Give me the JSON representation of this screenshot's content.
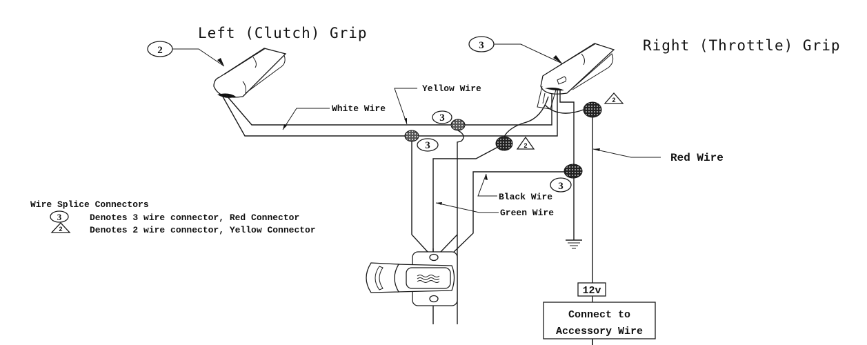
{
  "titles": {
    "left_grip": "Left (Clutch) Grip",
    "right_grip": "Right (Throttle) Grip"
  },
  "callouts": {
    "left_grip_part": "2",
    "right_grip_part": "3"
  },
  "wire_labels": {
    "white": "White Wire",
    "yellow": "Yellow Wire",
    "red": "Red Wire",
    "black": "Black Wire",
    "green": "Green Wire"
  },
  "connectors": {
    "three_wire_symbol": "3",
    "two_wire_symbol": "2"
  },
  "legend": {
    "title": "Wire Splice Connectors",
    "items": [
      {
        "symbol": "3",
        "shape": "circle",
        "text": "Denotes 3 wire connector,  Red Connector"
      },
      {
        "symbol": "2",
        "shape": "triangle",
        "text": "Denotes 2 wire connector,  Yellow Connector"
      }
    ]
  },
  "power": {
    "voltage": "12v",
    "box_line1": "Connect to",
    "box_line2": "Accessory Wire"
  },
  "colors": {
    "line": "#1a1a1a",
    "background": "#ffffff",
    "connector_fill": "#333333"
  }
}
